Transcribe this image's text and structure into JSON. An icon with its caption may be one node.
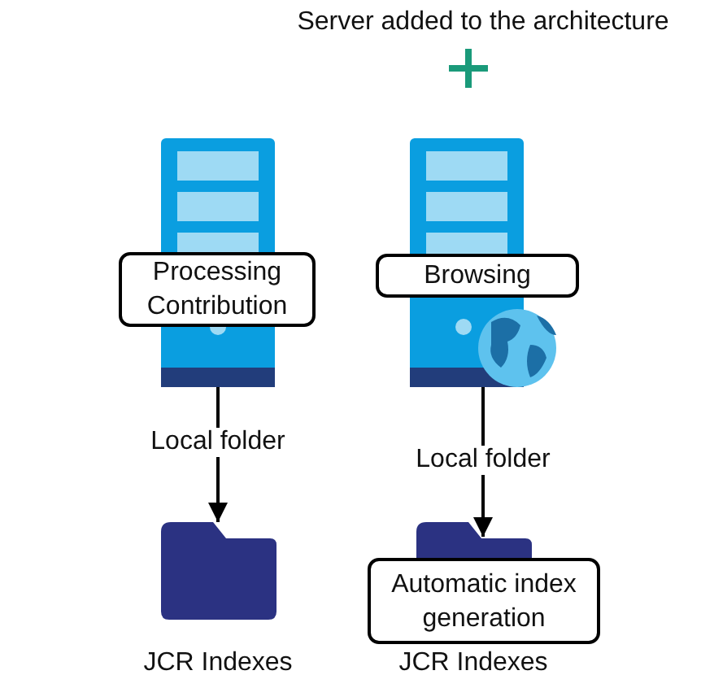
{
  "diagram": {
    "nodes": [
      {
        "text": [],
        "shape": "server"
      },
      {
        "text": [
          "Processing Contribution"
        ]
      },
      {
        "text": [],
        "shape": "server"
      },
      {
        "text": [
          "Browsing"
        ]
      },
      {
        "text": [],
        "shape": "folder"
      },
      {
        "text": [],
        "shape": "folder"
      },
      {
        "text": [
          "Automatic index generation"
        ]
      }
    ],
    "edges": [
      {
        "from": 0,
        "to": 4,
        "arrow": "to",
        "label": "Local folder"
      },
      {
        "from": 2,
        "to": 5,
        "arrow": "to",
        "label": "Local folder"
      }
    ],
    "labels": [
      "Server added to the architecture",
      "JCR Indexes",
      "JCR Indexes"
    ]
  }
}
